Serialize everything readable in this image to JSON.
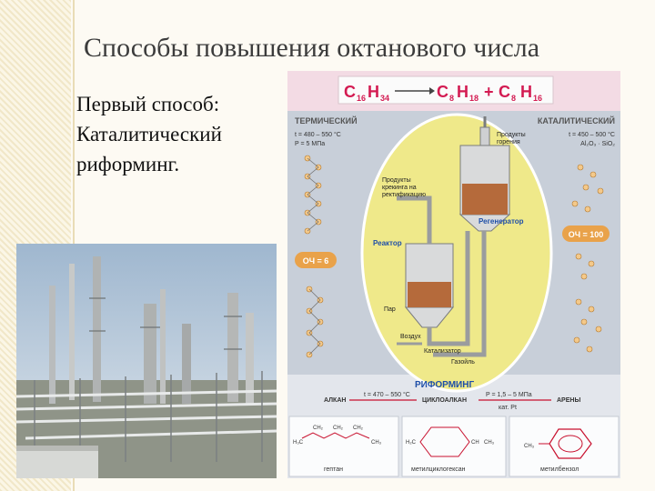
{
  "slide": {
    "title": "Способы повышения октанового числа",
    "body_lines": [
      "Первый способ:",
      "Каталитический",
      "риформинг."
    ]
  },
  "poster": {
    "formula": {
      "c16": "C",
      "s16": "16",
      "h34": "H",
      "s34": "34",
      "c8a": "C",
      "s8a": "8",
      "h18": "H",
      "s18": "18",
      "plus": "+",
      "c8b": "C",
      "s8b": "8",
      "h16": "H",
      "s16b": "16"
    },
    "thermal": {
      "label": "ТЕРМИЧЕСКИЙ",
      "t": "t = 480 – 550 °C",
      "p": "P = 5 МПа",
      "och": "ОЧ = 6"
    },
    "catalytic": {
      "label": "КАТАЛИТИЧЕСКИЙ",
      "t": "t = 450 – 500 °C",
      "cat": "Al₂O₃ · SiO₂",
      "och": "ОЧ = 100"
    },
    "labels": {
      "combustion": [
        "Продукты",
        "горения"
      ],
      "cracking": [
        "Продукты",
        "крекинга на",
        "ректификацию"
      ],
      "regenerator": "Регенератор",
      "reactor": "Реактор",
      "steam": "Пар",
      "air": "Воздух",
      "catalyst": "Катализатор",
      "gasoil": "Газойль"
    },
    "reforming": {
      "label": "РИФОРМИНГ",
      "alkane": "АЛКАН",
      "t": "t = 470 – 550 °C",
      "cycloalkane": "ЦИКЛОАЛКАН",
      "p": "P = 1,5 – 5 МПа",
      "cat": "кат. Pt",
      "arenes": "АРЕНЫ",
      "heptane": "гептан",
      "mch": "метилциклогексан",
      "toluene": "метилбензол",
      "ch2": "CH₂",
      "ch3": "CH₃",
      "h2c": "H₂C",
      "h3c": "H₃C",
      "ch": "CH",
      "cyc_ch3": "CH₃",
      "tol_ch3": "CH₃"
    }
  },
  "colors": {
    "accent_red": "#c8102e",
    "blue_label": "#1f4fa8",
    "orange_badge": "#e9a24a",
    "yellow_oval": "#efe98a"
  }
}
